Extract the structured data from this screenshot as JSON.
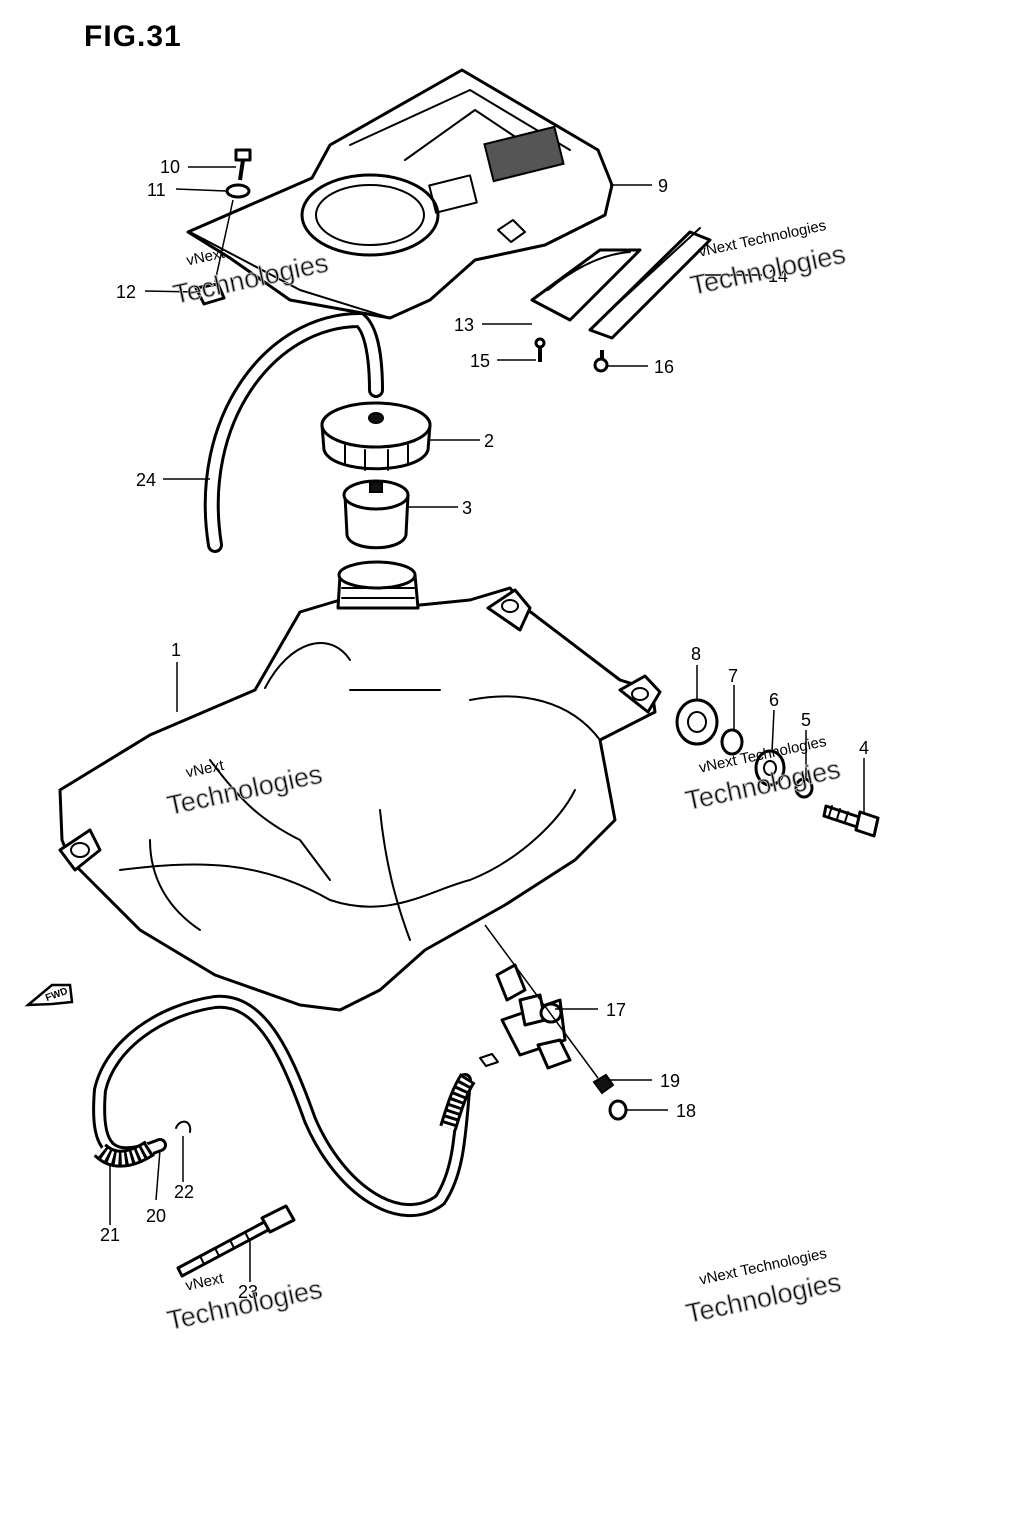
{
  "figure": {
    "title": "FIG.31"
  },
  "fwd_label": "FWD",
  "watermarks": [
    {
      "line1": "vNext",
      "line2": "Technologies"
    },
    {
      "line1": "vNext Technologies",
      "line2": "Technologies"
    },
    {
      "line1": "vNext",
      "line2": "Technologies"
    },
    {
      "line1": "vNext Technologies",
      "line2": "Technologies"
    },
    {
      "line1": "vNext",
      "line2": "Technologies"
    },
    {
      "line1": "vNext Technologies",
      "line2": "Technologies"
    }
  ],
  "callouts": {
    "p1": "1",
    "p2": "2",
    "p3": "3",
    "p4": "4",
    "p5": "5",
    "p6": "6",
    "p7": "7",
    "p8": "8",
    "p9": "9",
    "p10": "10",
    "p11": "11",
    "p12": "12",
    "p13": "13",
    "p14": "14",
    "p15": "15",
    "p16": "16",
    "p17": "17",
    "p18": "18",
    "p19": "19",
    "p20": "20",
    "p21": "21",
    "p22": "22",
    "p23": "23",
    "p24": "24"
  }
}
